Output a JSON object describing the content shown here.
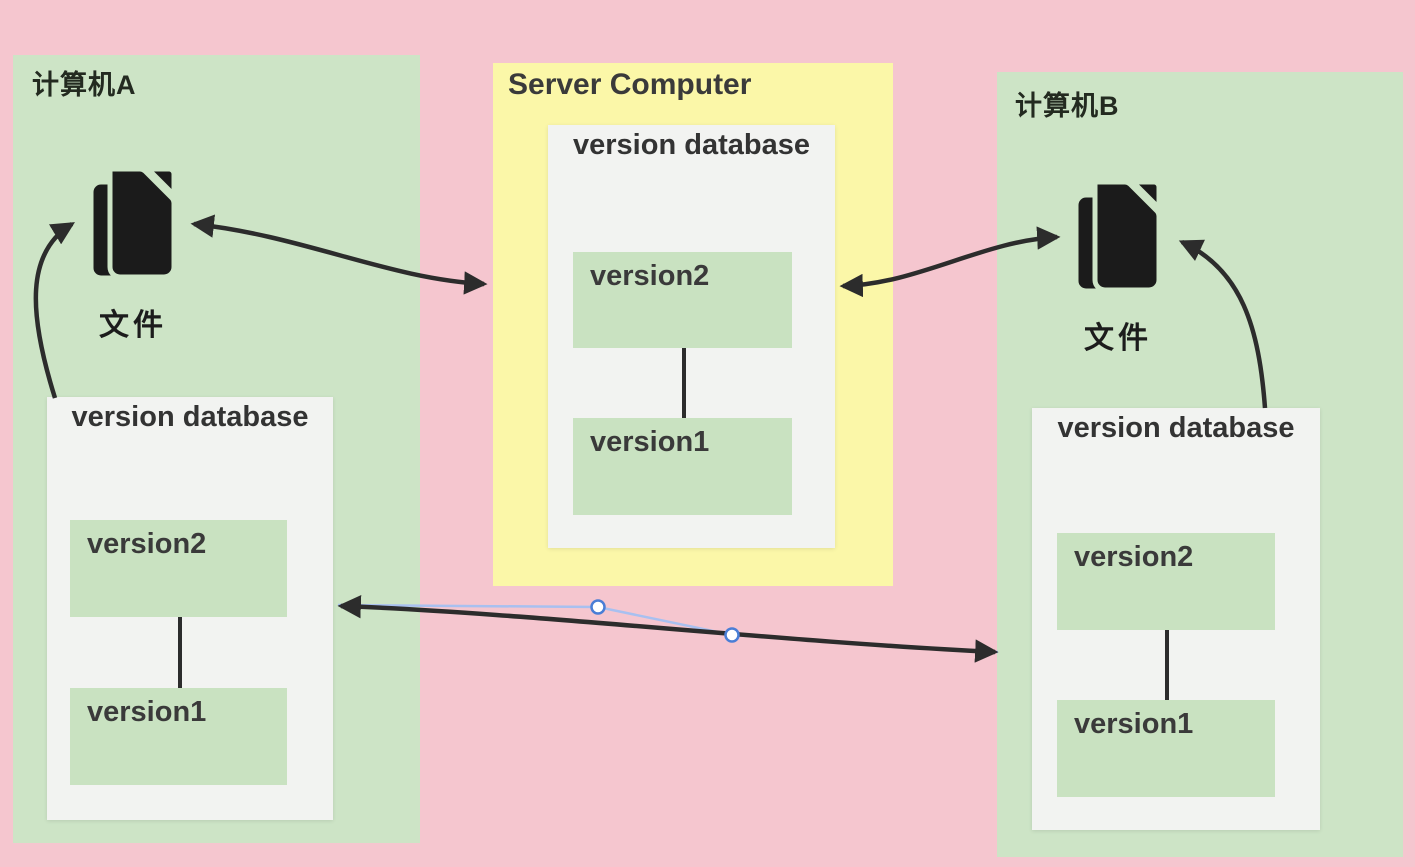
{
  "diagram": {
    "computer_a": {
      "title": "计算机A",
      "file_label": "文件",
      "database": {
        "title": "version database",
        "version_top": "version2",
        "version_bottom": "version1"
      }
    },
    "server": {
      "title": "Server Computer",
      "database": {
        "title": "version database",
        "version_top": "version2",
        "version_bottom": "version1"
      }
    },
    "computer_b": {
      "title": "计算机B",
      "file_label": "文件",
      "database": {
        "title": "version database",
        "version_top": "version2",
        "version_bottom": "version1"
      }
    },
    "icons": {
      "file_icon": "file-copy-icon"
    },
    "colors": {
      "background_pink": "#f5c6cf",
      "computer_panel_green": "#cde4c6",
      "server_panel_yellow": "#fbf7a8",
      "database_panel_gray": "#f2f3f1",
      "version_box_green": "#c9e2c1",
      "arrow_black": "#2c2c2c",
      "selection_guide_blue": "#a8c0f0",
      "handle_border_blue": "#4a7ed6"
    }
  }
}
